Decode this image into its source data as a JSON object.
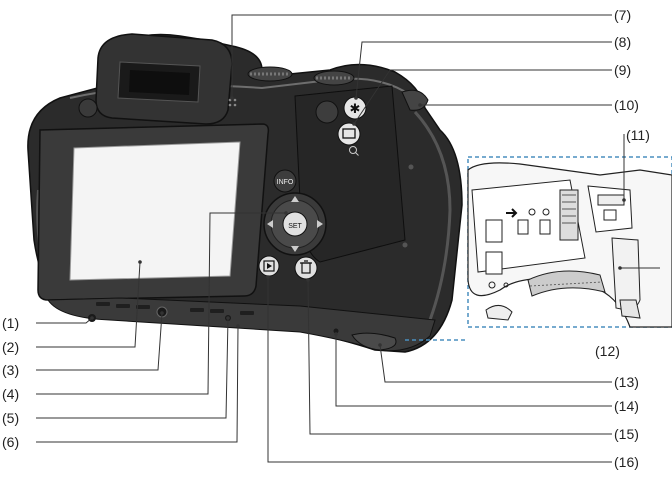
{
  "callouts": [
    {
      "id": "1",
      "label": "(1)"
    },
    {
      "id": "2",
      "label": "(2)"
    },
    {
      "id": "3",
      "label": "(3)"
    },
    {
      "id": "4",
      "label": "(4)"
    },
    {
      "id": "5",
      "label": "(5)"
    },
    {
      "id": "6",
      "label": "(6)"
    },
    {
      "id": "7",
      "label": "(7)"
    },
    {
      "id": "8",
      "label": "(8)"
    },
    {
      "id": "9",
      "label": "(9)"
    },
    {
      "id": "10",
      "label": "(10)"
    },
    {
      "id": "11",
      "label": "(11)"
    },
    {
      "id": "12",
      "label": "(12)"
    },
    {
      "id": "13",
      "label": "(13)"
    },
    {
      "id": "14",
      "label": "(14)"
    },
    {
      "id": "15",
      "label": "(15)"
    },
    {
      "id": "16",
      "label": "(16)"
    }
  ],
  "buttons": {
    "info": "INFO",
    "set": "SET",
    "star": "✱"
  },
  "colors": {
    "body": "#2b2b2b",
    "body_highlight": "#6e6e6e",
    "screen": "#f4f4f4",
    "line": "#333333",
    "detail_border": "#4a8fbf"
  },
  "icons": [
    "camera-back-illustration",
    "lcd-screen",
    "eyecup",
    "cross-keys",
    "playback-icon",
    "trash-icon",
    "star-icon",
    "magnify-icon",
    "battery-compartment"
  ]
}
